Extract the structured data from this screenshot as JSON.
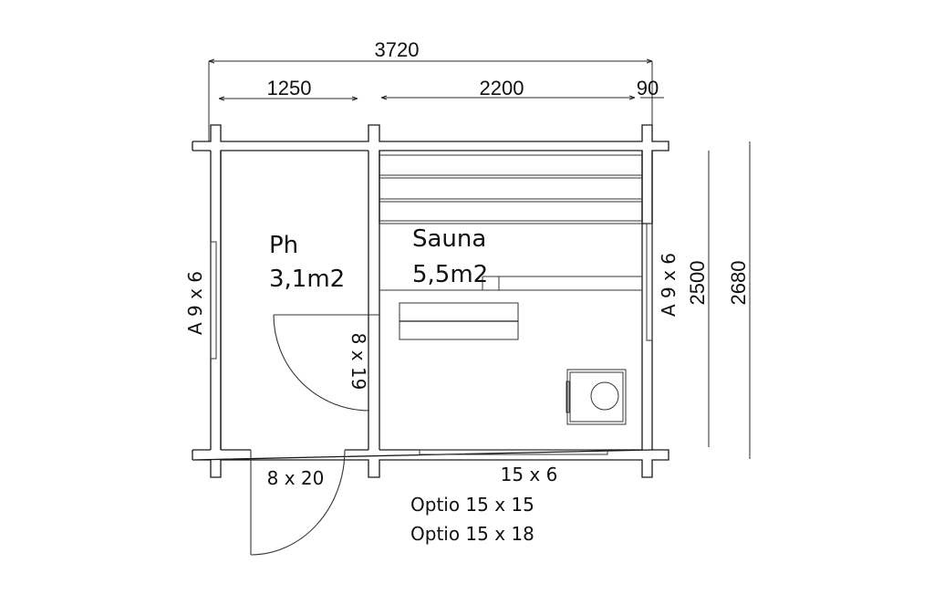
{
  "dimensions": {
    "total_width": "3720",
    "ph_width": "1250",
    "sauna_width": "2200",
    "wall_offset": "90",
    "inner_height": "2500",
    "total_height": "2680"
  },
  "rooms": {
    "ph": {
      "name": "Ph",
      "area": "3,1m2"
    },
    "sauna": {
      "name": "Sauna",
      "area": "5,5m2"
    }
  },
  "windows": {
    "left": "A 9 x 6",
    "right": "A 9 x 6",
    "bottom": "15 x 6"
  },
  "doors": {
    "inner": "8 x 19",
    "entrance": "8 x 20"
  },
  "options": [
    "Optio 15 x 15",
    "Optio 15 x 18"
  ],
  "colors": {
    "line": "#1a1a1a",
    "background": "#ffffff"
  }
}
